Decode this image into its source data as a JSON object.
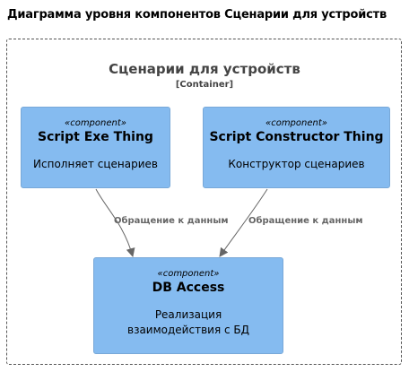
{
  "diagram": {
    "title": "Диаграмма уровня компонентов Сценарии для устройств",
    "boundary": {
      "title": "Сценарии для устройств",
      "type": "[Container]"
    },
    "components": [
      {
        "id": "exe",
        "stereotype": "«component»",
        "name": "Script Exe Thing",
        "description": "Исполняет сценариев"
      },
      {
        "id": "constructor",
        "stereotype": "«component»",
        "name": "Script Constructor Thing",
        "description": "Конструктор сценариев"
      },
      {
        "id": "db",
        "stereotype": "«component»",
        "name": "DB Access",
        "description": "Реализация взаимодействия с БД"
      }
    ],
    "relations": [
      {
        "from": "exe",
        "to": "db",
        "label": "Обращение к данным"
      },
      {
        "from": "constructor",
        "to": "db",
        "label": "Обращение к данным"
      }
    ],
    "colors": {
      "component_fill": "#85bbf0",
      "component_border": "#78a8d8",
      "arrow": "#666666",
      "boundary_border": "#555555"
    }
  }
}
